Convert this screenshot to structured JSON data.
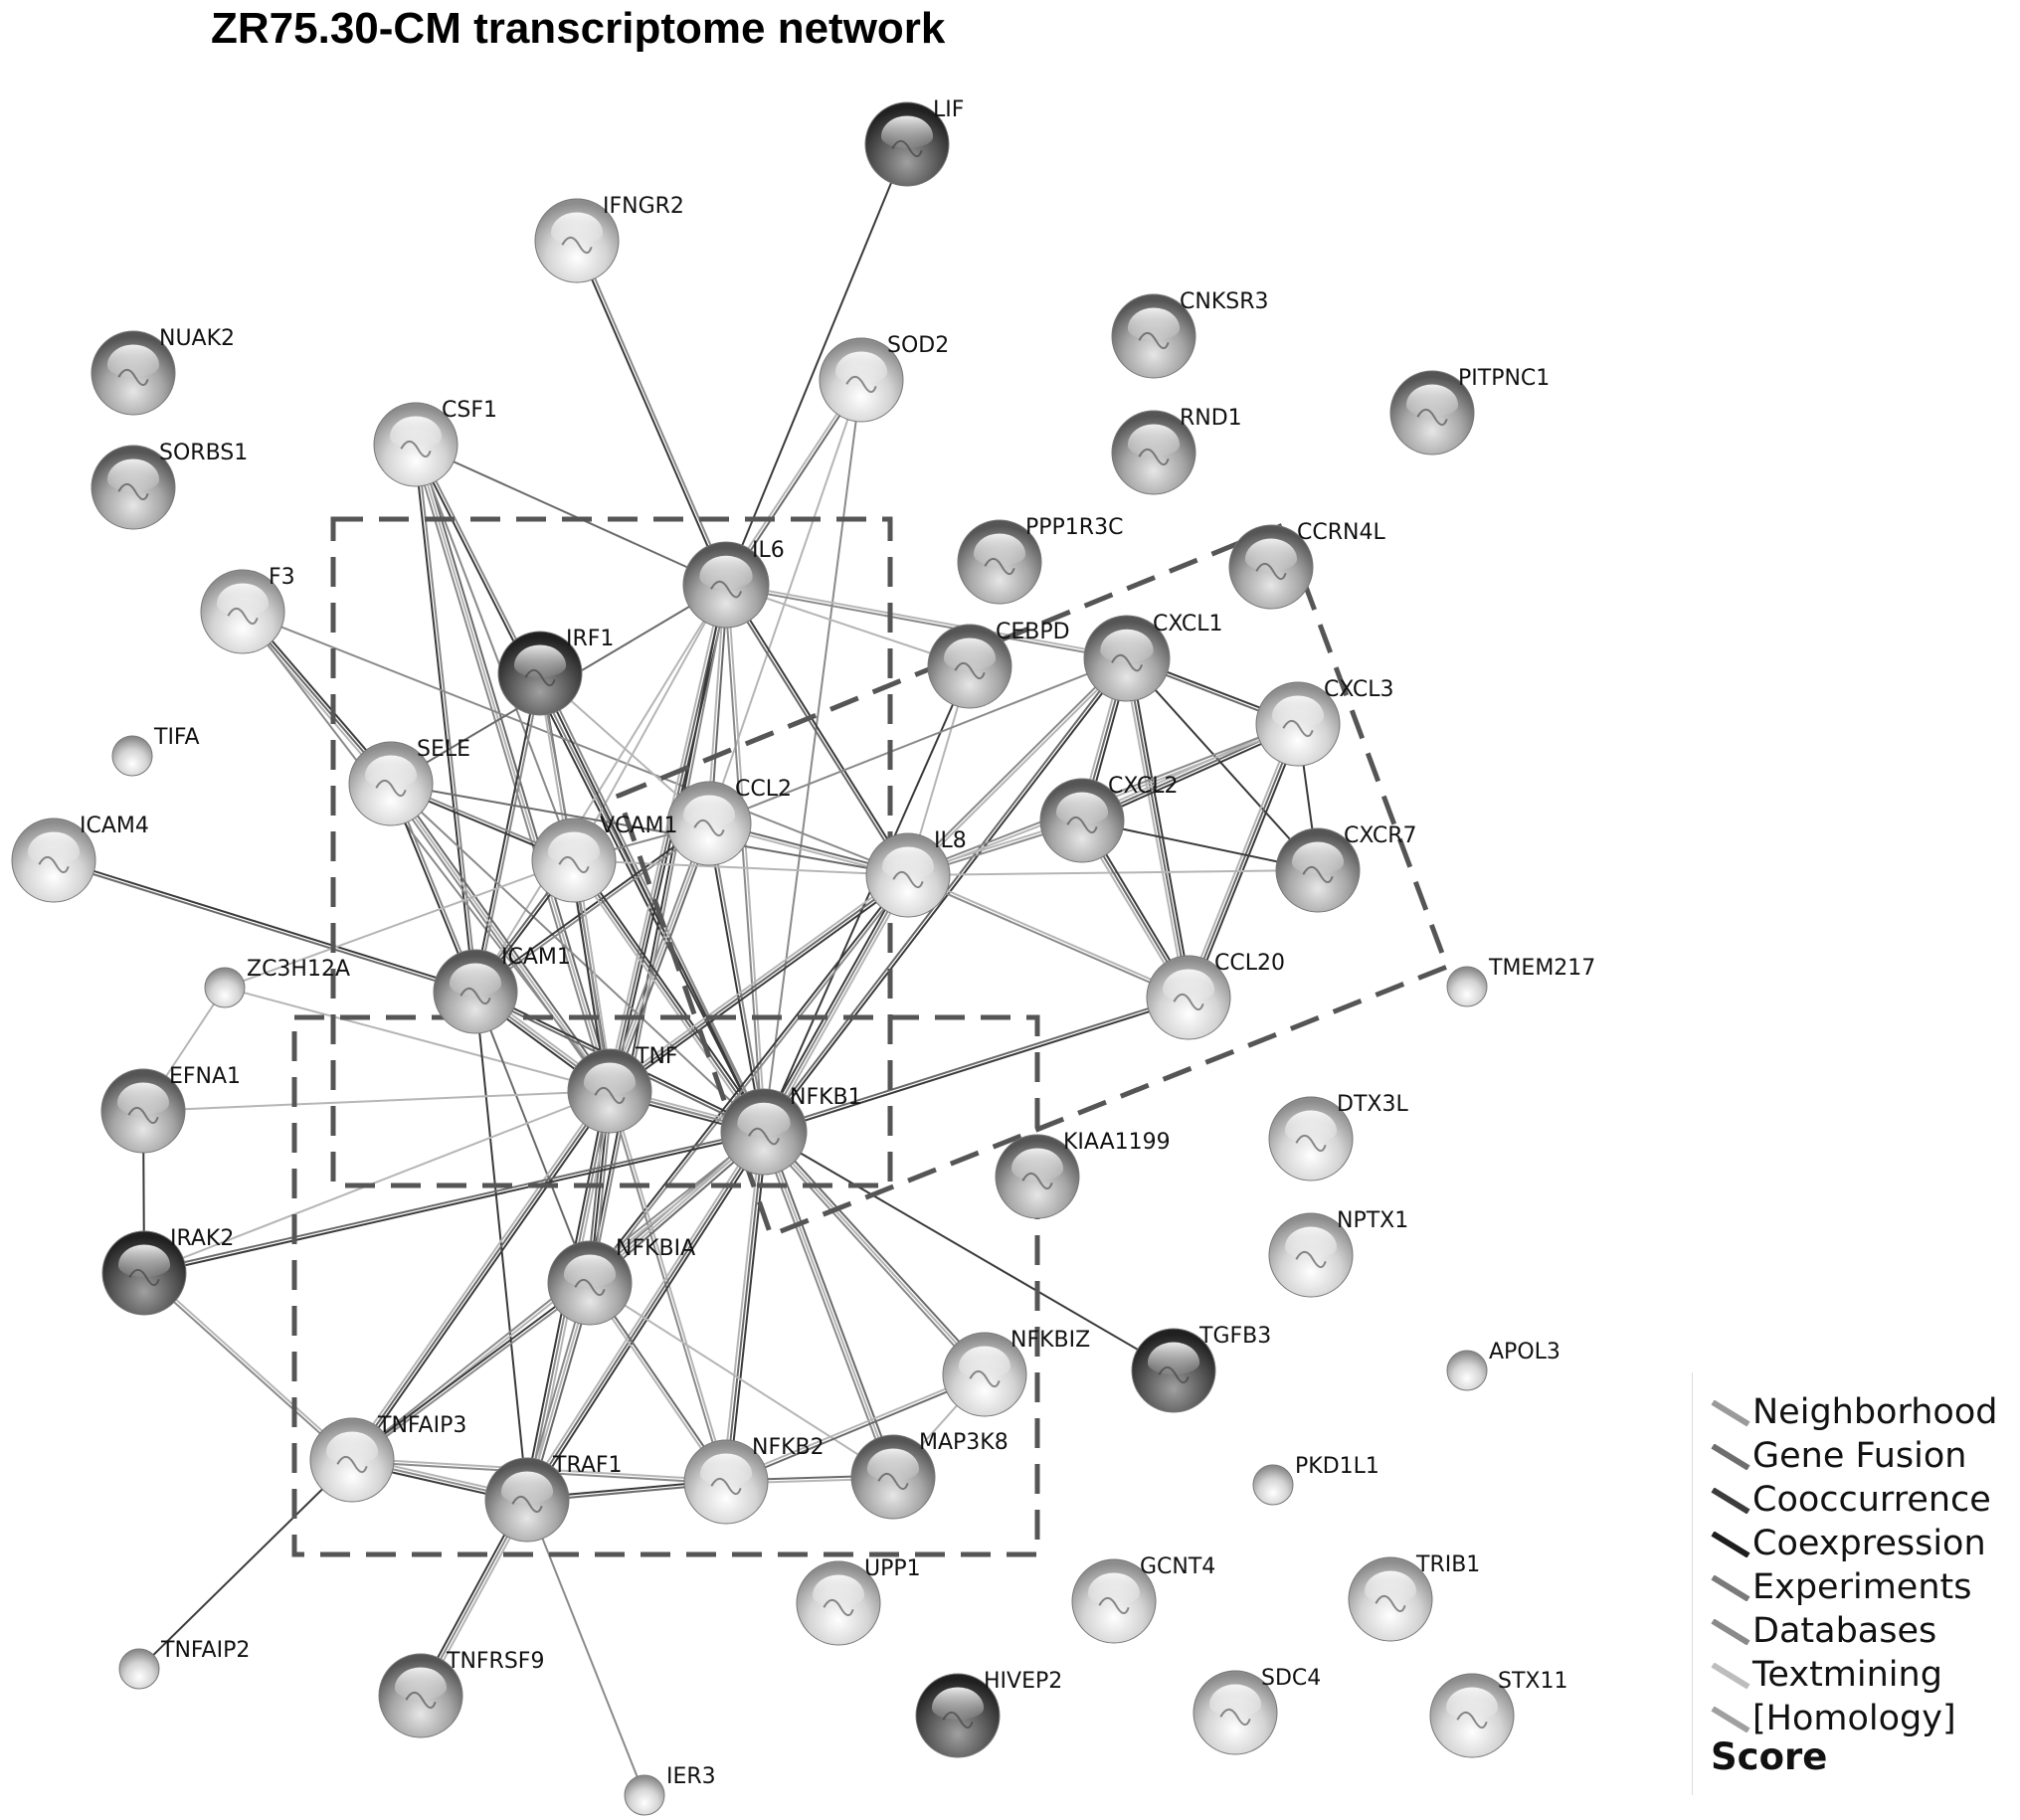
{
  "title": "ZR75.30-CM transcriptome network",
  "nodes": [
    {
      "id": "LIF",
      "label": "LIF",
      "shade": "dark"
    },
    {
      "id": "IFNGR2",
      "label": "IFNGR2",
      "shade": "light"
    },
    {
      "id": "NUAK2",
      "label": "NUAK2",
      "shade": "mid"
    },
    {
      "id": "SORBS1",
      "label": "SORBS1",
      "shade": "mid"
    },
    {
      "id": "SOD2",
      "label": "SOD2",
      "shade": "light"
    },
    {
      "id": "CNKSR3",
      "label": "CNKSR3",
      "shade": "mid"
    },
    {
      "id": "RND1",
      "label": "RND1",
      "shade": "mid"
    },
    {
      "id": "PITPNC1",
      "label": "PITPNC1",
      "shade": "mid"
    },
    {
      "id": "CSF1",
      "label": "CSF1",
      "shade": "light"
    },
    {
      "id": "PPP1R3C",
      "label": "PPP1R3C",
      "shade": "mid"
    },
    {
      "id": "CCRN4L",
      "label": "CCRN4L",
      "shade": "mid"
    },
    {
      "id": "IL6",
      "label": "IL6",
      "shade": "mid"
    },
    {
      "id": "F3",
      "label": "F3",
      "shade": "light"
    },
    {
      "id": "IRF1",
      "label": "IRF1",
      "shade": "dark"
    },
    {
      "id": "CEBPD",
      "label": "CEBPD",
      "shade": "mid"
    },
    {
      "id": "CXCL1",
      "label": "CXCL1",
      "shade": "mid"
    },
    {
      "id": "CXCL3",
      "label": "CXCL3",
      "shade": "light"
    },
    {
      "id": "TIFA",
      "label": "TIFA",
      "shade": "light"
    },
    {
      "id": "SELE",
      "label": "SELE",
      "shade": "light"
    },
    {
      "id": "CCL2",
      "label": "CCL2",
      "shade": "light"
    },
    {
      "id": "ICAM4",
      "label": "ICAM4",
      "shade": "light"
    },
    {
      "id": "VCAM1",
      "label": "VCAM1",
      "shade": "light"
    },
    {
      "id": "IL8",
      "label": "IL8",
      "shade": "light"
    },
    {
      "id": "CXCL2",
      "label": "CXCL2",
      "shade": "mid"
    },
    {
      "id": "CXCR7",
      "label": "CXCR7",
      "shade": "mid"
    },
    {
      "id": "ZC3H12A",
      "label": "ZC3H12A",
      "shade": "light"
    },
    {
      "id": "ICAM1",
      "label": "ICAM1",
      "shade": "mid"
    },
    {
      "id": "CCL20",
      "label": "CCL20",
      "shade": "light"
    },
    {
      "id": "TMEM217",
      "label": "TMEM217",
      "shade": "light"
    },
    {
      "id": "EFNA1",
      "label": "EFNA1",
      "shade": "mid"
    },
    {
      "id": "TNF",
      "label": "TNF",
      "shade": "mid"
    },
    {
      "id": "NFKB1",
      "label": "NFKB1",
      "shade": "mid"
    },
    {
      "id": "DTX3L",
      "label": "DTX3L",
      "shade": "light"
    },
    {
      "id": "KIAA1199",
      "label": "KIAA1199",
      "shade": "mid"
    },
    {
      "id": "NPTX1",
      "label": "NPTX1",
      "shade": "light"
    },
    {
      "id": "IRAK2",
      "label": "IRAK2",
      "shade": "dark"
    },
    {
      "id": "NFKBIA",
      "label": "NFKBIA",
      "shade": "mid"
    },
    {
      "id": "NFKBIZ",
      "label": "NFKBIZ",
      "shade": "light"
    },
    {
      "id": "TGFB3",
      "label": "TGFB3",
      "shade": "dark"
    },
    {
      "id": "APOL3",
      "label": "APOL3",
      "shade": "light"
    },
    {
      "id": "TNFAIP3",
      "label": "TNFAIP3",
      "shade": "light"
    },
    {
      "id": "TRAF1",
      "label": "TRAF1",
      "shade": "mid"
    },
    {
      "id": "NFKB2",
      "label": "NFKB2",
      "shade": "light"
    },
    {
      "id": "MAP3K8",
      "label": "MAP3K8",
      "shade": "mid"
    },
    {
      "id": "PKD1L1",
      "label": "PKD1L1",
      "shade": "light"
    },
    {
      "id": "UPP1",
      "label": "UPP1",
      "shade": "light"
    },
    {
      "id": "GCNT4",
      "label": "GCNT4",
      "shade": "light"
    },
    {
      "id": "TRIB1",
      "label": "TRIB1",
      "shade": "light"
    },
    {
      "id": "TNFAIP2",
      "label": "TNFAIP2",
      "shade": "light"
    },
    {
      "id": "TNFRSF9",
      "label": "TNFRSF9",
      "shade": "mid"
    },
    {
      "id": "HIVEP2",
      "label": "HIVEP2",
      "shade": "dark"
    },
    {
      "id": "SDC4",
      "label": "SDC4",
      "shade": "light"
    },
    {
      "id": "STX11",
      "label": "STX11",
      "shade": "light"
    },
    {
      "id": "IER3",
      "label": "IER3",
      "shade": "light"
    }
  ],
  "edges": [
    [
      "LIF",
      "IL6",
      1
    ],
    [
      "IFNGR2",
      "IL6",
      2
    ],
    [
      "SOD2",
      "IL6",
      2
    ],
    [
      "SOD2",
      "NFKB1",
      1
    ],
    [
      "SOD2",
      "CCL2",
      1
    ],
    [
      "CSF1",
      "IL6",
      1
    ],
    [
      "CSF1",
      "TNF",
      3
    ],
    [
      "CSF1",
      "ICAM1",
      2
    ],
    [
      "CSF1",
      "NFKB1",
      2
    ],
    [
      "CSF1",
      "VCAM1",
      1
    ],
    [
      "F3",
      "SELE",
      3
    ],
    [
      "F3",
      "IL8",
      1
    ],
    [
      "F3",
      "TNF",
      1
    ],
    [
      "IL6",
      "CEBPD",
      1
    ],
    [
      "IL6",
      "CXCL1",
      2
    ],
    [
      "IL6",
      "IL8",
      2
    ],
    [
      "IL6",
      "TNF",
      3
    ],
    [
      "IL6",
      "NFKB1",
      2
    ],
    [
      "IL6",
      "CCL2",
      2
    ],
    [
      "IL6",
      "ICAM1",
      1
    ],
    [
      "IL6",
      "VCAM1",
      1
    ],
    [
      "IL6",
      "NFKBIA",
      2
    ],
    [
      "IL6",
      "SELE",
      1
    ],
    [
      "IRF1",
      "TNF",
      2
    ],
    [
      "IRF1",
      "NFKB1",
      2
    ],
    [
      "IRF1",
      "CCL2",
      1
    ],
    [
      "IRF1",
      "VCAM1",
      1
    ],
    [
      "IRF1",
      "ICAM1",
      2
    ],
    [
      "CEBPD",
      "IL8",
      1
    ],
    [
      "CEBPD",
      "NFKB1",
      1
    ],
    [
      "CXCL1",
      "IL8",
      2
    ],
    [
      "CXCL1",
      "CXCL2",
      3
    ],
    [
      "CXCL1",
      "CXCL3",
      2
    ],
    [
      "CXCL1",
      "CCL20",
      3
    ],
    [
      "CXCL1",
      "CXCR7",
      1
    ],
    [
      "CXCL1",
      "NFKB1",
      2
    ],
    [
      "CXCL1",
      "CCL2",
      1
    ],
    [
      "CXCL3",
      "CXCL2",
      3
    ],
    [
      "CXCL3",
      "IL8",
      2
    ],
    [
      "CXCL3",
      "CCL20",
      3
    ],
    [
      "CXCL3",
      "CXCR7",
      1
    ],
    [
      "SELE",
      "TNF",
      3
    ],
    [
      "SELE",
      "VCAM1",
      2
    ],
    [
      "SELE",
      "ICAM1",
      2
    ],
    [
      "SELE",
      "IL8",
      1
    ],
    [
      "SELE",
      "NFKB1",
      1
    ],
    [
      "CCL2",
      "TNF",
      3
    ],
    [
      "CCL2",
      "IL8",
      2
    ],
    [
      "CCL2",
      "NFKB1",
      2
    ],
    [
      "CCL2",
      "VCAM1",
      1
    ],
    [
      "CCL2",
      "ICAM1",
      2
    ],
    [
      "ICAM4",
      "ICAM1",
      2
    ],
    [
      "VCAM1",
      "TNF",
      3
    ],
    [
      "VCAM1",
      "NFKB1",
      3
    ],
    [
      "VCAM1",
      "ICAM1",
      2
    ],
    [
      "VCAM1",
      "IL8",
      1
    ],
    [
      "IL8",
      "CXCL2",
      2
    ],
    [
      "IL8",
      "CCL20",
      2
    ],
    [
      "IL8",
      "CXCR7",
      1
    ],
    [
      "IL8",
      "TNF",
      3
    ],
    [
      "IL8",
      "NFKB1",
      3
    ],
    [
      "IL8",
      "NFKBIA",
      2
    ],
    [
      "CXCL2",
      "CCL20",
      3
    ],
    [
      "CXCL2",
      "CXCR7",
      1
    ],
    [
      "CCL20",
      "NFKB1",
      2
    ],
    [
      "ZC3H12A",
      "VCAM1",
      1
    ],
    [
      "ZC3H12A",
      "NFKB1",
      1
    ],
    [
      "ICAM1",
      "TNF",
      3
    ],
    [
      "ICAM1",
      "NFKB1",
      2
    ],
    [
      "ICAM1",
      "NFKBIA",
      1
    ],
    [
      "ICAM1",
      "TRAF1",
      1
    ],
    [
      "EFNA1",
      "TNF",
      1
    ],
    [
      "EFNA1",
      "ZC3H12A",
      1
    ],
    [
      "TNF",
      "NFKB1",
      3
    ],
    [
      "TNF",
      "NFKBIA",
      3
    ],
    [
      "TNF",
      "TNFAIP3",
      3
    ],
    [
      "TNF",
      "TRAF1",
      3
    ],
    [
      "TNF",
      "NFKB2",
      2
    ],
    [
      "TNF",
      "IRAK2",
      1
    ],
    [
      "NFKB1",
      "NFKBIA",
      3
    ],
    [
      "NFKB1",
      "TNFAIP3",
      2
    ],
    [
      "NFKB1",
      "TRAF1",
      3
    ],
    [
      "NFKB1",
      "NFKB2",
      3
    ],
    [
      "NFKB1",
      "MAP3K8",
      3
    ],
    [
      "NFKB1",
      "NFKBIZ",
      3
    ],
    [
      "NFKB1",
      "IRAK2",
      2
    ],
    [
      "NFKB1",
      "TGFB3",
      1
    ],
    [
      "IRAK2",
      "TNFAIP3",
      2
    ],
    [
      "IRAK2",
      "EFNA1",
      1
    ],
    [
      "NFKBIA",
      "TNFAIP3",
      2
    ],
    [
      "NFKBIA",
      "TRAF1",
      3
    ],
    [
      "NFKBIA",
      "NFKB2",
      2
    ],
    [
      "NFKBIA",
      "MAP3K8",
      1
    ],
    [
      "NFKBIZ",
      "NFKB2",
      2
    ],
    [
      "NFKBIZ",
      "MAP3K8",
      1
    ],
    [
      "TNFAIP3",
      "TRAF1",
      3
    ],
    [
      "TNFAIP3",
      "NFKB2",
      2
    ],
    [
      "TRAF1",
      "NFKB2",
      2
    ],
    [
      "TRAF1",
      "TNFRSF9",
      3
    ],
    [
      "TRAF1",
      "IER3",
      1
    ],
    [
      "TNFAIP2",
      "TNFAIP3",
      1
    ],
    [
      "NFKB2",
      "MAP3K8",
      2
    ]
  ],
  "legend": {
    "items": [
      {
        "label": "Neighborhood",
        "color": "#9a9a9a"
      },
      {
        "label": "Gene Fusion",
        "color": "#6e6e6e"
      },
      {
        "label": "Cooccurrence",
        "color": "#3c3c3c"
      },
      {
        "label": "Coexpression",
        "color": "#1e1e1e"
      },
      {
        "label": "Experiments",
        "color": "#7a7a7a"
      },
      {
        "label": "Databases",
        "color": "#8a8a8a"
      },
      {
        "label": "Textmining",
        "color": "#bdbdbd"
      },
      {
        "label": "[Homology]",
        "color": "#a0a0a0"
      }
    ],
    "score_label": "Score"
  }
}
